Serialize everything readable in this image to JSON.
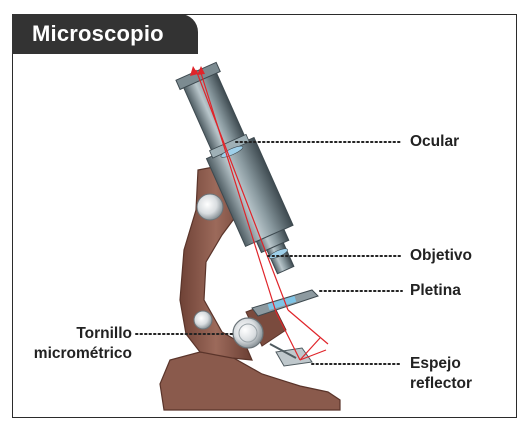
{
  "title": "Microscopio",
  "labels": {
    "ocular": "Ocular",
    "objetivo": "Objetivo",
    "pletina": "Pletina",
    "tornillo_line1": "Tornillo",
    "tornillo_line2": "micrométrico",
    "espejo_line1": "Espejo",
    "espejo_line2": "reflector"
  },
  "colors": {
    "body_brown": "#8a5a4c",
    "tube_steel": "#6f7f86",
    "light_ray": "#e0242a",
    "title_bg": "#333333",
    "leader_dots": "#222222"
  }
}
